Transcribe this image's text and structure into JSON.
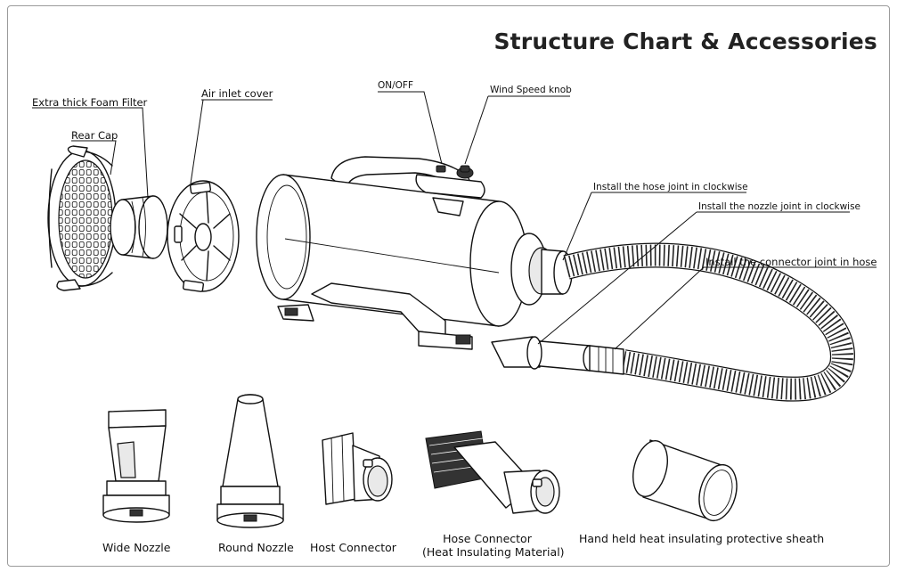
{
  "title": "Structure Chart & Accessories",
  "callouts": {
    "foam_filter": "Extra thick Foam Filter",
    "rear_cap": "Rear Cap",
    "air_inlet_cover": "Air inlet cover",
    "on_off": "ON/OFF",
    "wind_speed_knob": "Wind Speed knob",
    "hose_joint": "Install the hose joint in clockwise",
    "nozzle_joint": "Install the nozzle joint in clockwise",
    "connector_joint": "Install the connector joint in hose"
  },
  "accessories": {
    "wide_nozzle": "Wide Nozzle",
    "round_nozzle": "Round Nozzle",
    "host_connector": "Host Connector",
    "hose_connector_line1": "Hose Connector",
    "hose_connector_line2": "(Heat Insulating Material)",
    "sheath": "Hand held heat insulating protective sheath"
  }
}
